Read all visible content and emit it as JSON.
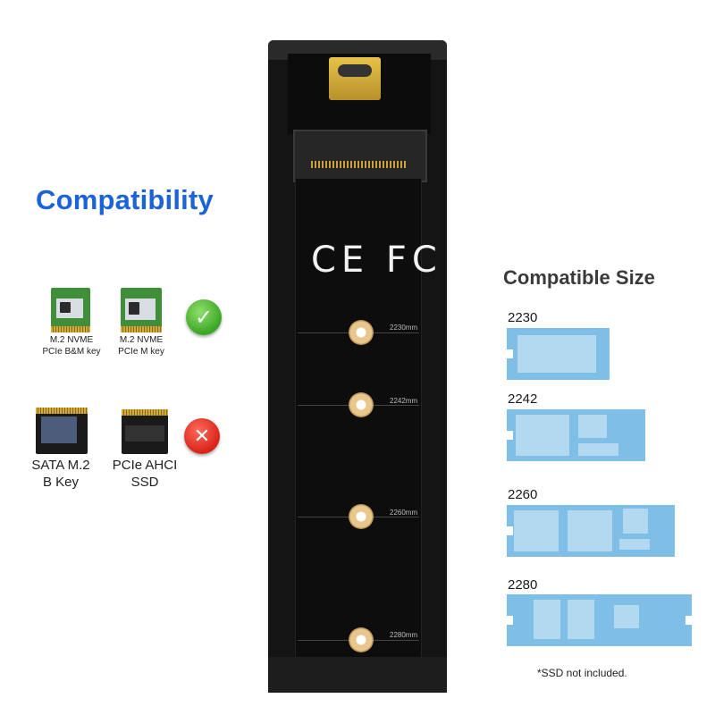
{
  "compatibility": {
    "title": "Compatibility",
    "supported": [
      {
        "label_line1": "M.2 NVME",
        "label_line2": "PCIe B&M key"
      },
      {
        "label_line1": "M.2 NVME",
        "label_line2": "PCIe M key"
      }
    ],
    "unsupported": [
      {
        "label_line1": "SATA M.2",
        "label_line2": "B Key"
      },
      {
        "label_line1": "PCIe AHCI",
        "label_line2": "SSD"
      }
    ],
    "check_icon": "check-icon",
    "cross_icon": "cross-icon"
  },
  "enclosure": {
    "certifications": "CE FC",
    "slot_labels": [
      "2230mm",
      "2242mm",
      "2260mm",
      "2280mm"
    ]
  },
  "sizes": {
    "title": "Compatible Size",
    "items": [
      "2230",
      "2242",
      "2260",
      "2280"
    ],
    "disclaimer": "*SSD not included."
  },
  "colors": {
    "accent_blue": "#1b63d6",
    "ssd_blue": "#7fbfe7",
    "ok_green": "#3aa624",
    "no_red": "#d8231a"
  }
}
